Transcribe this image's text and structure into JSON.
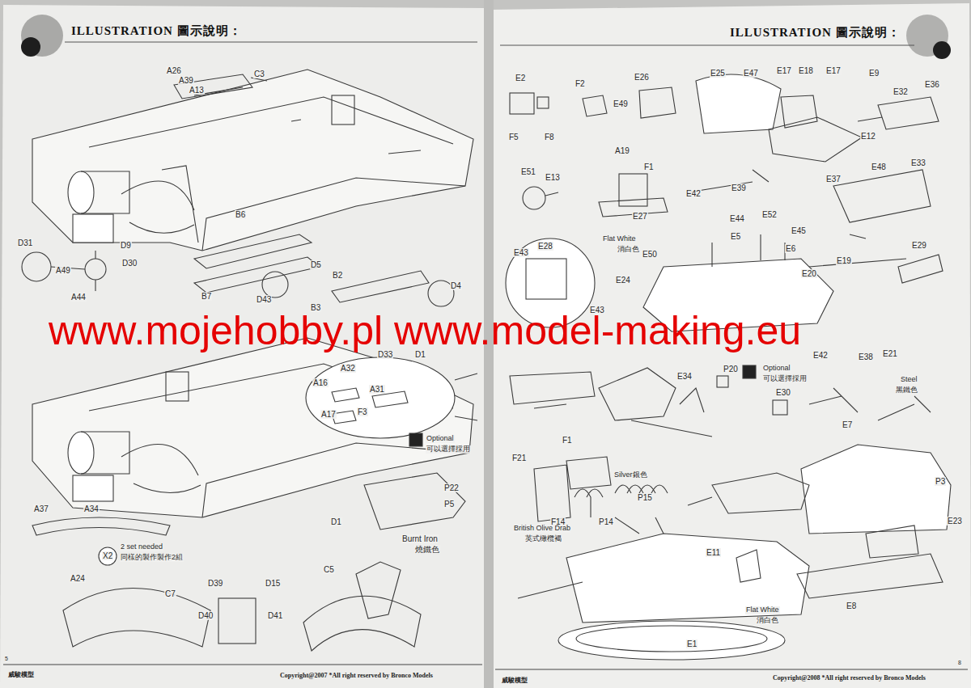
{
  "diagram": {
    "title": "ILLUSTRATION 圖示說明：",
    "labels": [
      "ILLUSTRATION 圖示說明：",
      "A26",
      "A39",
      "A13",
      "C3",
      "B6",
      "D31",
      "D9",
      "A49",
      "D30",
      "A44",
      "D5",
      "B7",
      "D43",
      "B2",
      "D4",
      "B3",
      "D33",
      "D1",
      "A32",
      "A16",
      "A31",
      "A17",
      "F3",
      "Optional",
      "可以選擇採用",
      "P22",
      "P5",
      "D1",
      "Burnt Iron",
      "燒鐵色",
      "A37",
      "A34",
      "X2",
      "2 set needed",
      "同樣的製作製作2組",
      "A24",
      "D39",
      "D15",
      "C5",
      "C7",
      "D40",
      "D41",
      "5",
      "威駿模型",
      "Copyright@2007  *All right reserved by Bronco Models",
      "E2",
      "F2",
      "E26",
      "E25",
      "E47",
      "E17",
      "E18",
      "E17",
      "E9",
      "E36",
      "E49",
      "E32",
      "F5",
      "F8",
      "E12",
      "A19",
      "F1",
      "E51",
      "E13",
      "E27",
      "E42",
      "E39",
      "E48",
      "E33",
      "E37",
      "E44",
      "E52",
      "E45",
      "E5",
      "E6",
      "Flat White",
      "消白色",
      "E50",
      "E43",
      "E28",
      "E24",
      "E43",
      "E20",
      "E19",
      "E29",
      "E42",
      "E38",
      "E21",
      "E34",
      "P20",
      "Optional",
      "可以選擇採用",
      "E30",
      "Steel",
      "黑鐵色",
      "E7",
      "F1",
      "F21",
      "Silver銀色",
      "P15",
      "P14",
      "F14",
      "British Olive Drab",
      "英式橄欖褐",
      "P3",
      "E23",
      "E11",
      "Flat White",
      "消白色",
      "E8",
      "E1",
      "8",
      "威駿模型",
      "Copyright@2008  *All right reserved by Bronco Models",
      "www.mojehobby.pl www.model-making.eu"
    ]
  }
}
